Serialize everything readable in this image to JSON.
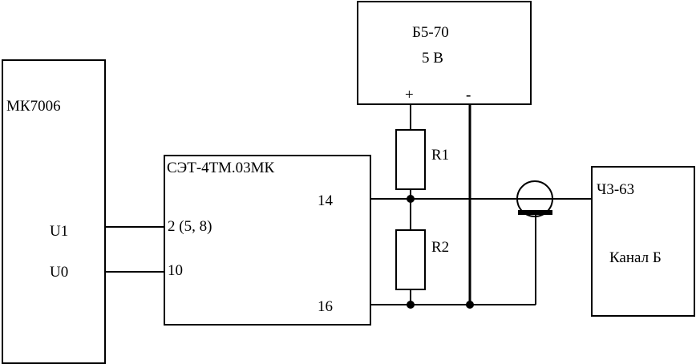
{
  "blocks": {
    "mk": {
      "name": "МК7006",
      "pin_u1": "U1",
      "pin_u0": "U0"
    },
    "set": {
      "name": "СЭТ-4ТМ.03МК",
      "pin_2": "2 (5, 8)",
      "pin_10": "10",
      "pin_14": "14",
      "pin_16": "16"
    },
    "b5": {
      "name": "Б5-70",
      "voltage": "5 В",
      "plus": "+",
      "minus": "-"
    },
    "ch3": {
      "name": "Ч3-63",
      "channel": "Канал Б"
    }
  },
  "resistors": {
    "r1": "R1",
    "r2": "R2"
  }
}
